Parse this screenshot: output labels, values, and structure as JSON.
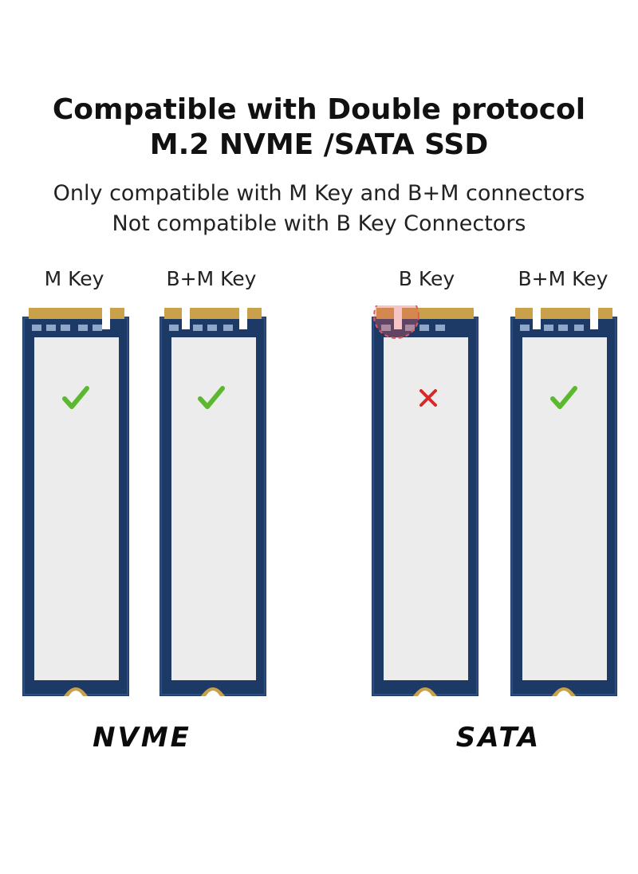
{
  "header": {
    "title_line1": "Compatible with Double protocol",
    "title_line2": "M.2 NVME /SATA SSD",
    "subtitle_line1": "Only compatible with M Key and B+M connectors",
    "subtitle_line2": "Not compatible with B Key Connectors"
  },
  "cards": [
    {
      "label": "M Key",
      "status": "check-icon",
      "compatible": true
    },
    {
      "label": "B+M Key",
      "status": "check-icon",
      "compatible": true
    },
    {
      "label": "B Key",
      "status": "cross-icon",
      "compatible": false
    },
    {
      "label": "B+M Key",
      "status": "check-icon",
      "compatible": true
    }
  ],
  "groups": [
    {
      "label": "NVME"
    },
    {
      "label": "SATA"
    }
  ],
  "colors": {
    "pcb": "#1d3a66",
    "label_sticker": "#ececec",
    "gold_contacts": "#c9a14a",
    "check": "#5cb82e",
    "cross": "#d42a2a",
    "highlight": "#e25a5a"
  }
}
